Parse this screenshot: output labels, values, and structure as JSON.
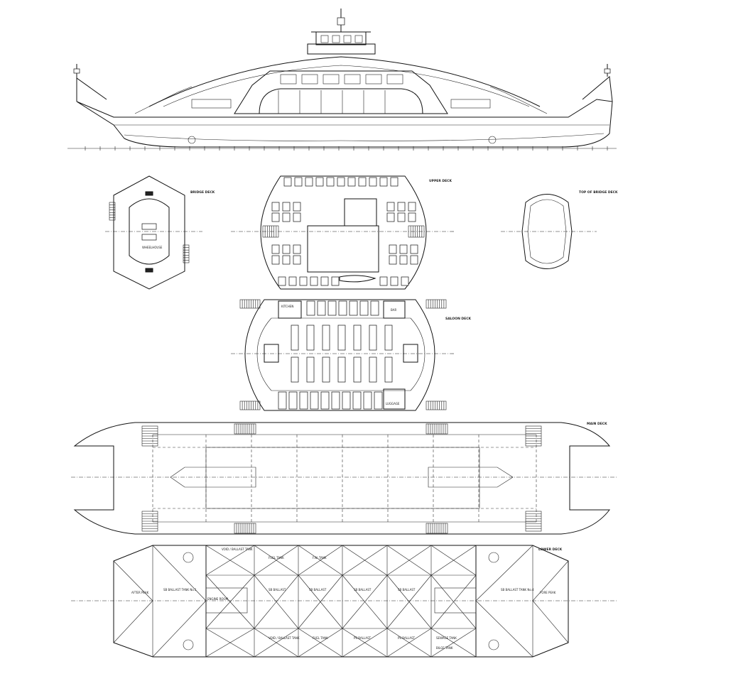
{
  "titles": {
    "bridge_deck": "BRIDGE DECK",
    "upper_deck": "UPPER DECK",
    "top_of_bridge_deck": "TOP OF BRIDGE DECK",
    "saloon_deck": "SALOON DECK",
    "main_deck": "MAIN DECK",
    "lower_deck": "LOWER DECK"
  },
  "room_labels": {
    "bridge_wheelhouse": "WHEELHOUSE",
    "saloon_kitchen": "KITCHEN",
    "saloon_bar": "BAR",
    "saloon_luggage": "LUGGAGE"
  },
  "tank_labels": {
    "aft_peak": "AFTER PEAK",
    "fore_peak": "FORE PEAK",
    "sb_ballast_aft": "SB BALLAST TANK No.1",
    "sb_ballast_fwd": "SB BALLAST TANK No.4",
    "void_top": "VOID / BALLAST TANK",
    "fw_tank": "F.W. TANK",
    "fuel_tank": "FUEL TANK",
    "ballast_c1": "SB BALLAST",
    "ballast_c2": "SB BALLAST",
    "ballast_c3": "SB BALLAST",
    "ballast_c4": "SB BALLAST",
    "fuel_bottom": "FUEL TANK",
    "void_bottom": "VOID / BALLAST TANK",
    "ps_ballast_bottom": "PS BALLAST",
    "ps_ballast_b2": "PS BALLAST",
    "sewage": "SEWAGE TANK",
    "bilge": "BILGE TANK",
    "engine_room": "ENGINE ROOM"
  }
}
